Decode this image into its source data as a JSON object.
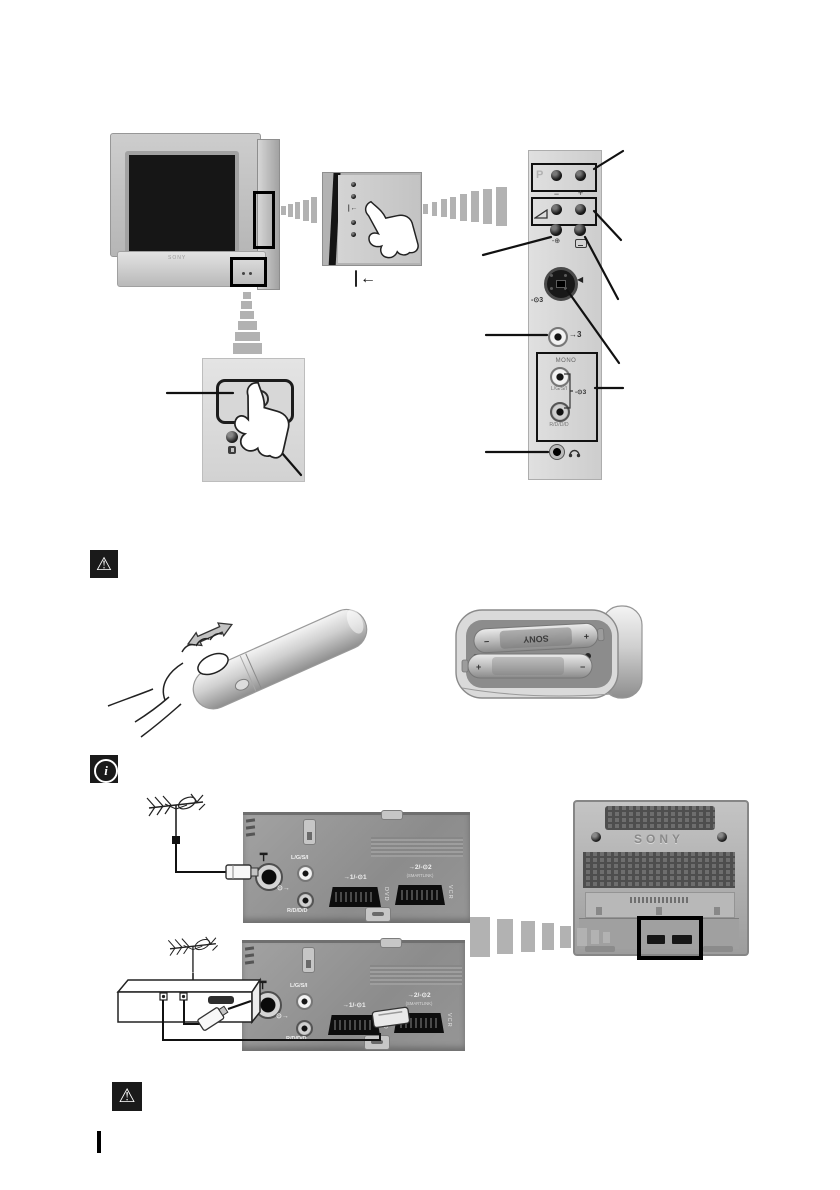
{
  "tv_front": {
    "brand": "SONY"
  },
  "front_door": {
    "latch_mark": "∣←",
    "open_symbol": "∣←"
  },
  "side_panel": {
    "program_label": "P",
    "minus_label": "−",
    "plus_label": "+",
    "input_symbol": "-⊕",
    "svideo_label": "-⊙3",
    "svideo_arrow": "◀",
    "video_label": "→3",
    "mono_label": "MONO",
    "audio_left_label": "L/G/S/I",
    "audio_right_label": "R/D/D/D",
    "audio_group_label": "-⊙3"
  },
  "rear_panel": {
    "antenna_symbol": "┯",
    "audio_left_label": "L/G/S/I",
    "audio_right_label": "R/D/D/D",
    "audio_out_symbol": "⊙→",
    "scart1_label": "→1/-⊙1",
    "scart1_tag": "DVD",
    "scart2_label": "→2/-⊙2",
    "scart2_sub_label": "(SMARTLINK)",
    "scart2_tag": "VCR"
  },
  "tv_rear": {
    "brand": "SONY"
  },
  "battery": {
    "brand": "SONY",
    "plus": "+",
    "minus": "−"
  },
  "icons": {
    "warning_glyph": "⚠",
    "info_glyph": "i"
  }
}
